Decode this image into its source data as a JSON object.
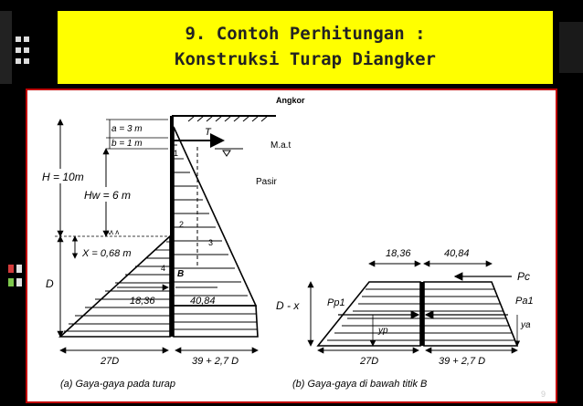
{
  "slide": {
    "title_line1": "9. Contoh Perhitungan :",
    "title_line2": "Konstruksi Turap Diangker",
    "accent_color": "#ffff00",
    "frame_color": "#c00000",
    "page_number": "9"
  },
  "figure_a": {
    "anchor": "Angkor",
    "a": "a = 3 m",
    "b": "b = 1 m",
    "tension": "T",
    "water_table": "M.a.t",
    "soil": "Pasir",
    "H": "H = 10m",
    "Hw": "Hw = 6 m",
    "X": "X = 0,68 m",
    "D": "D",
    "n1": "1",
    "n2": "2",
    "n3": "3",
    "n4": "4",
    "B": "B",
    "v1": "18,36",
    "v2": "40,84",
    "base_left": "27D",
    "base_right": "39 + 2,7 D",
    "caption": "(a) Gaya-gaya pada turap"
  },
  "figure_b": {
    "top_left": "18,36",
    "top_right": "40,84",
    "Pc": "Pc",
    "D_x": "D - x",
    "Pp1": "Pp1",
    "Pa1": "Pa1",
    "yp": "yp",
    "ya": "ya",
    "base_left": "27D",
    "base_right": "39 + 2,7 D",
    "caption": "(b) Gaya-gaya di bawah titik B"
  }
}
